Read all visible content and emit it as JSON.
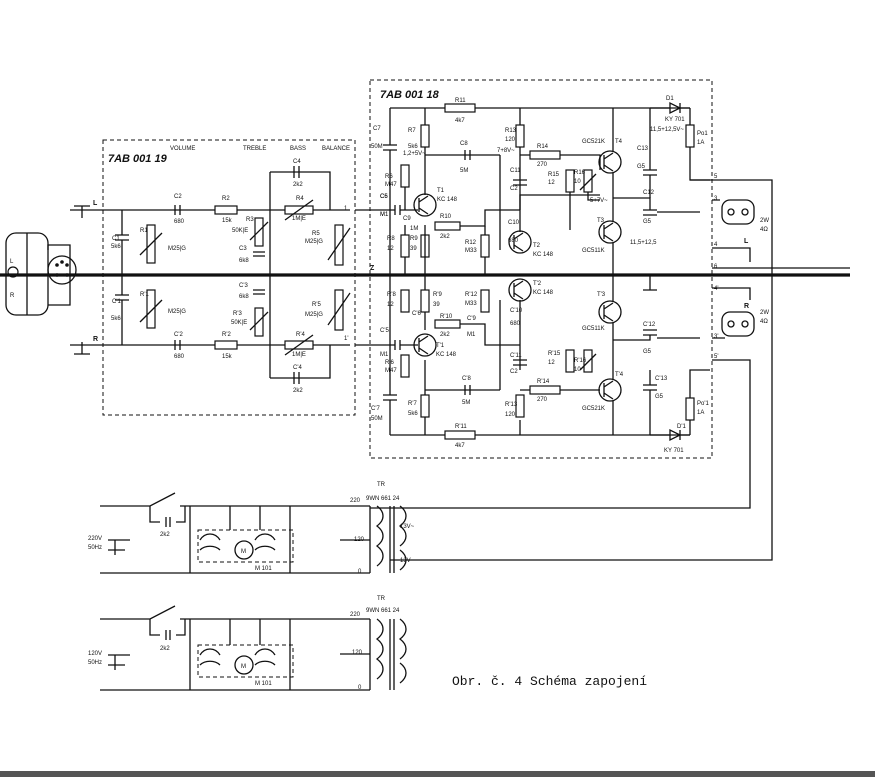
{
  "caption": "Obr. č. 4  Schéma zapojení",
  "blocks": {
    "preamp": "7AB 001 19",
    "power": "7AB 001 18"
  },
  "controls": {
    "volume": "VOLUME",
    "treble": "TREBLE",
    "bass": "BASS",
    "balance": "BALANCE"
  },
  "terminals": {
    "left": "L",
    "right": "R",
    "ground": "Z",
    "pin1": "1",
    "pin1p": "1'",
    "pin3": "3",
    "pin3p": "3'",
    "pin4": "4",
    "pin4p": "4'",
    "pin5": "5",
    "pin5p": "5'",
    "pin6": "6"
  },
  "preamp_parts": [
    "C1",
    "5k6",
    "R1",
    "M25|G",
    "C2",
    "680",
    "R2",
    "15k",
    "C'1",
    "5k6",
    "R'1",
    "M25|G",
    "C'2",
    "680",
    "R'2",
    "15k",
    "R3",
    "50K|E",
    "C3",
    "6k8",
    "C'3",
    "6k8",
    "R'3",
    "50K|E",
    "C4",
    "2k2",
    "R4",
    "1M|E",
    "C'4",
    "2k2",
    "R'4",
    "1M|E",
    "R5",
    "M25|G",
    "R'5",
    "M25|G"
  ],
  "power_parts": [
    "R11",
    "4k7",
    "C7",
    "50M",
    "R7",
    "5k6",
    "1,2+5V~",
    "C8",
    "5M",
    "7+8V~",
    "R13",
    "120",
    "R14",
    "270",
    "GC521K",
    "T4",
    "C6",
    "M1",
    "R6",
    "M47",
    "T1",
    "KC 148",
    "C9",
    "1M",
    "R8",
    "12",
    "R9",
    "39",
    "R10",
    "2k2",
    "C5",
    "M1",
    "R12",
    "M33",
    "C10",
    "680",
    "T2",
    "KC 148",
    "C11",
    "C2",
    "R15",
    "12",
    "R16",
    "10",
    "5+7V~",
    "T3",
    "GC511K",
    "C13",
    "G5",
    "C12",
    "G5",
    "11,5+12,5",
    "D1",
    "KY 701",
    "11,5+12,5V~",
    "Po1",
    "1A",
    "C'5",
    "M1",
    "C'6",
    "R'6",
    "M47",
    "T'1",
    "KC 148",
    "R'8",
    "12",
    "R'9",
    "39",
    "R'10",
    "2k2",
    "C'9",
    "M1",
    "R'12",
    "M33",
    "C'10",
    "680",
    "T'2",
    "KC 148",
    "C'11",
    "C2",
    "R'15",
    "12",
    "R'16",
    "10",
    "T'3",
    "GC511K",
    "T'4",
    "GC521K",
    "C'7",
    "50M",
    "R'7",
    "5k6",
    "C'8",
    "5M",
    "R'13",
    "120",
    "R'14",
    "270",
    "R'11",
    "4k7",
    "C'12",
    "G5",
    "C'13",
    "G5",
    "D'1",
    "KY 701",
    "Po'1",
    "1A"
  ],
  "speakers": {
    "left": "2W",
    "left_imp": "4Ω",
    "right": "2W",
    "right_imp": "4Ω"
  },
  "transformer1": {
    "tr": "TR",
    "code": "9WN 661 24",
    "tap220": "220",
    "tap120": "120",
    "tap0": "0",
    "sec1": "13V~",
    "sec2": "13V~",
    "mains": "220V",
    "freq": "50Hz",
    "cap": "2k2",
    "motor": "M",
    "motor_type": "M 101"
  },
  "transformer2": {
    "tr": "TR",
    "code": "9WN 661 24",
    "tap220": "220",
    "tap120": "120",
    "tap0": "0",
    "mains": "120V",
    "freq": "50Hz",
    "cap": "2k2",
    "motor": "M",
    "motor_type": "M 101"
  }
}
